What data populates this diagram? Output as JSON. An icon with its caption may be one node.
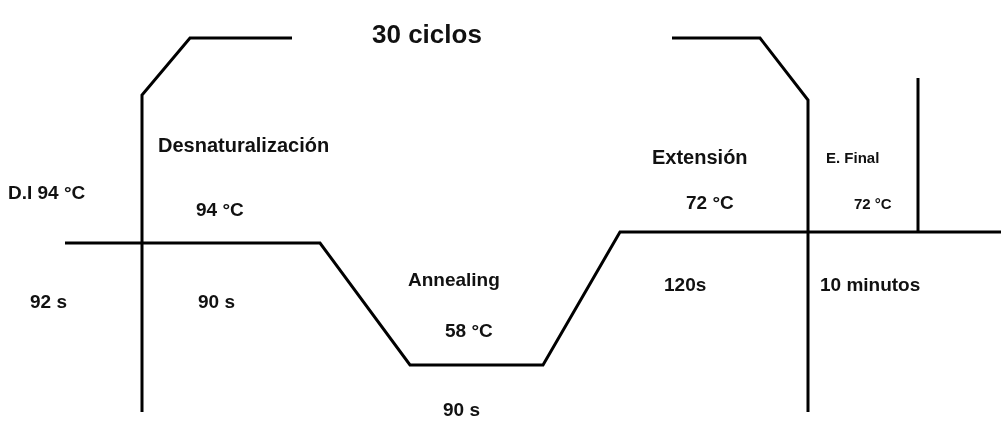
{
  "diagram": {
    "title": "30 ciclos",
    "labels": [
      "Desnaturalización",
      "Extensión",
      "E. Final",
      "D.I 94 °C",
      "94 °C",
      "72 °C",
      "72 °C",
      "92 s",
      "90 s",
      "Annealing",
      "120s",
      "10 minutos",
      "58 °C",
      "90 s"
    ]
  }
}
